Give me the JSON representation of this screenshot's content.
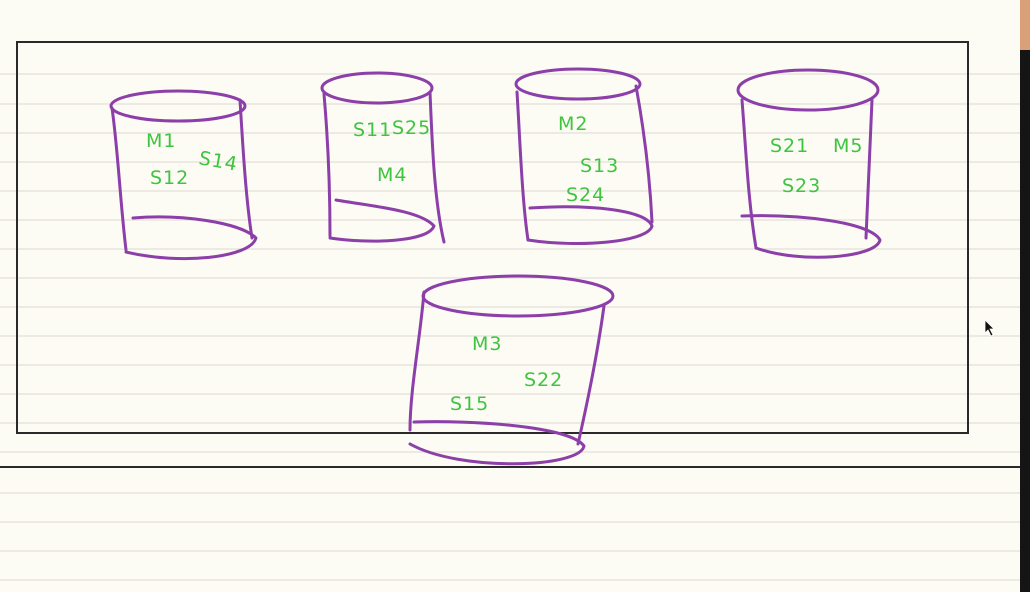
{
  "colors": {
    "paper": "#fcfbf4",
    "rule_line": "#e6e5dc",
    "ink_black": "#2a2a2a",
    "cylinder_stroke": "#8c3fa8",
    "label_green": "#3ec43e"
  },
  "cylinders": [
    {
      "id": "c1",
      "labels": [
        "M1",
        "S14",
        "S12"
      ]
    },
    {
      "id": "c2",
      "labels": [
        "S11",
        "S25",
        "M4"
      ]
    },
    {
      "id": "c3",
      "labels": [
        "M2",
        "S13",
        "S24"
      ]
    },
    {
      "id": "c4",
      "labels": [
        "S21",
        "M5",
        "S23"
      ]
    },
    {
      "id": "c5",
      "labels": [
        "M3",
        "S22",
        "S15"
      ]
    }
  ],
  "icons": {
    "cursor": "mouse-pointer-icon"
  }
}
